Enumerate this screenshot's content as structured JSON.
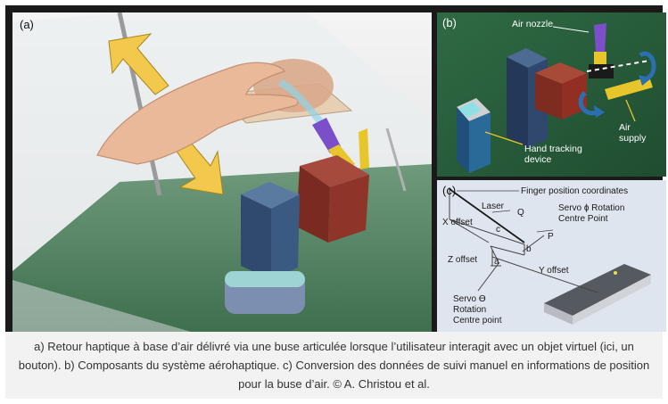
{
  "figure": {
    "panel_a": {
      "label": "(a)"
    },
    "panel_b": {
      "label": "(b)",
      "air_nozzle": "Air nozzle",
      "air_supply_1": "Air",
      "air_supply_2": "supply",
      "hand_tracking_1": "Hand tracking",
      "hand_tracking_2": "device"
    },
    "panel_c": {
      "label": "(c)",
      "finger_position": "Finger position coordinates",
      "laser": "Laser",
      "q": "Q",
      "servo_phi_1": "Servo ɸ Rotation",
      "servo_phi_2": "Centre Point",
      "x_offset": "X offset",
      "c": "c",
      "p": "P",
      "b": "b",
      "z_offset": "Z offset",
      "a": "a",
      "y_offset": "Y offset",
      "servo_theta_1": "Servo ϴ",
      "servo_theta_2": "Rotation",
      "servo_theta_3": "Centre point"
    }
  },
  "caption": "a) Retour haptique à base d’air délivré via une buse articulée lorsque l’utilisateur interagit avec un objet virtuel (ici, un bouton). b) Composants du système aérohaptique. c) Conversion des données de suivi manuel en informations de position pour la buse d’air. © A. Christou et al.",
  "colors": {
    "frame": "#1a1a1a",
    "platform_green": "#3d6b4a",
    "nozzle_purple": "#7b4fc9",
    "arm_yellow": "#e8c52a",
    "cube_red": "#8a2e24",
    "block_blue": "#3b5578",
    "rotation_arrow": "#2a6fb0",
    "caption_bg": "#f2f2f2"
  }
}
